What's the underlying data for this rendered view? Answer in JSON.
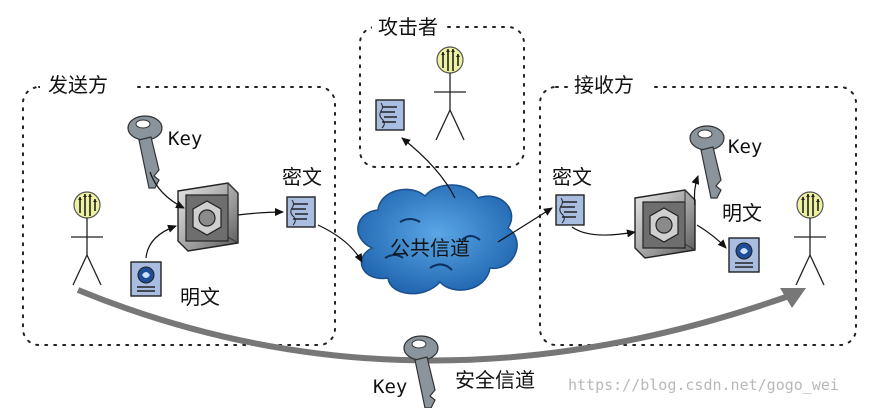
{
  "regions": {
    "sender": "发送方",
    "attacker": "攻击者",
    "receiver": "接收方"
  },
  "labels": {
    "sender_key": "Key",
    "sender_ciphertext": "密文",
    "sender_plaintext": "明文",
    "public_channel": "公共信道",
    "receiver_key": "Key",
    "receiver_ciphertext": "密文",
    "receiver_plaintext": "明文",
    "secure_key": "Key",
    "secure_channel": "安全信道"
  },
  "watermark": "https://blog.csdn.net/gogo_wei",
  "colors": {
    "cloud": "#2c7cc8",
    "document": "#a9bde0",
    "arrow_gray": "#777777",
    "key": "#8a949c",
    "person_head": "#eef2a0"
  },
  "icons": [
    "person-icon",
    "key-icon",
    "document-icon",
    "certificate-icon",
    "cipher-machine-icon",
    "cloud-icon"
  ]
}
